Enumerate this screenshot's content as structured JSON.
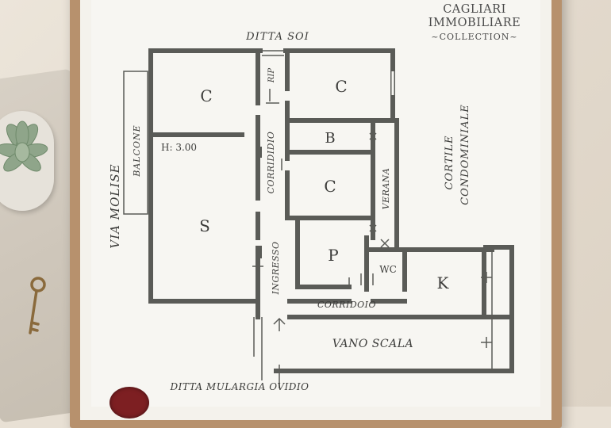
{
  "brand": {
    "line1": "CAGLIARI",
    "line2": "IMMOBILIARE",
    "line3": "~COLLECTION~"
  },
  "plan": {
    "street_top": "DITTA  SOI",
    "street_left": "VIA MOLISE",
    "courtyard_line1": "CORTILE",
    "courtyard_line2": "CONDOMINIALE",
    "bottom_label": "DITTA MULARGIA OVIDIO",
    "balcony": "BALCONE",
    "height": "H: 3.00",
    "rooms": {
      "c_top_left": "C",
      "rip": "RIP",
      "c_top_right": "C",
      "b": "B",
      "c_middle": "C",
      "s": "S",
      "p": "P",
      "wc": "WC",
      "k": "K"
    },
    "corridor_vertical": "CORRIDIDIO",
    "verana": "VERANA",
    "ingresso": "INGRESSO",
    "corridor_horizontal": "CORRIDOIO",
    "stairwell": "VANO SCALA"
  },
  "colors": {
    "wall": "#5a5b57",
    "text": "#3c3c3a",
    "frame": "#b7916d",
    "seal": "#7d1f22"
  }
}
